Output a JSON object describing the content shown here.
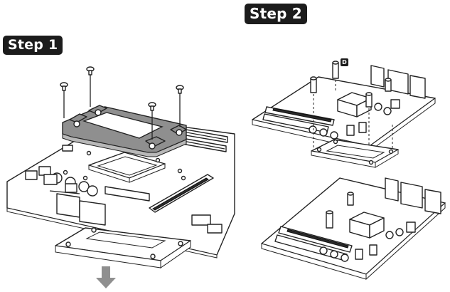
{
  "steps": {
    "step1_label": "Step 1",
    "step2_label": "Step 2"
  },
  "callouts": {
    "d_label": "D"
  },
  "colors": {
    "badge_bg": "#1c1c1c",
    "badge_text": "#ffffff",
    "line": "#222222",
    "bracket_fill": "#8f8f8f"
  },
  "icons": {
    "down_arrow": "down-arrow-icon",
    "screw": "screw-icon"
  }
}
